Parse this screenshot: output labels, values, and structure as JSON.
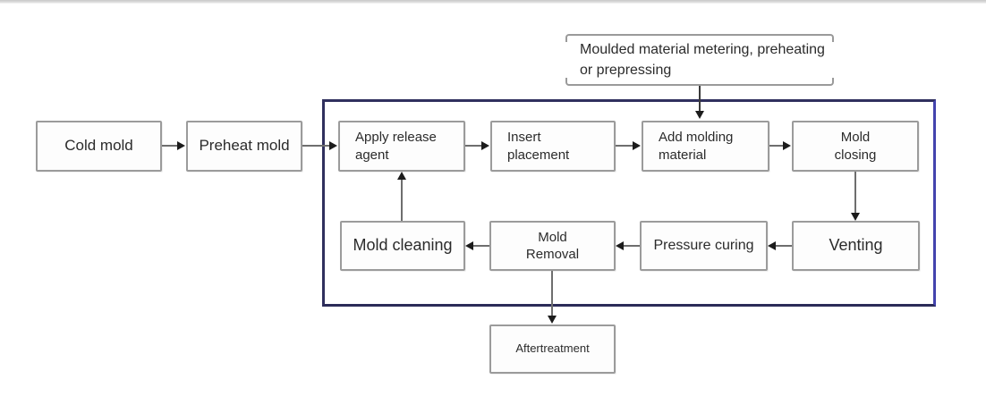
{
  "diagram": {
    "outer_box_border_color": "#30305e",
    "node_border_color": "#9b9b9b",
    "arrow_color": "#6e6e6e",
    "arrowhead_color": "#1c1c1c",
    "nodes": {
      "cold_mold": {
        "label": "Cold mold"
      },
      "preheat_mold": {
        "label": "Preheat mold"
      },
      "apply_release": {
        "label": "Apply release\nagent"
      },
      "insert_placement": {
        "label": "Insert\nplacement"
      },
      "add_molding": {
        "label": "Add molding\nmaterial"
      },
      "mold_closing": {
        "label": "Mold\nclosing"
      },
      "venting": {
        "label": "Venting"
      },
      "pressure_curing": {
        "label": "Pressure curing"
      },
      "mold_removal": {
        "label": "Mold\nRemoval"
      },
      "mold_cleaning": {
        "label": "Mold cleaning"
      },
      "aftertreatment": {
        "label": "Aftertreatment"
      },
      "metering_note": {
        "label": "Moulded material metering, preheating\nor prepressing"
      }
    },
    "edges": [
      {
        "from": "Cold mold",
        "to": "Preheat mold"
      },
      {
        "from": "Preheat mold",
        "to": "Apply release agent"
      },
      {
        "from": "Apply release agent",
        "to": "Insert placement"
      },
      {
        "from": "Insert placement",
        "to": "Add molding material"
      },
      {
        "from": "Add molding material",
        "to": "Mold closing"
      },
      {
        "from": "Moulded material metering, preheating or prepressing",
        "to": "Add molding material"
      },
      {
        "from": "Mold closing",
        "to": "Venting"
      },
      {
        "from": "Venting",
        "to": "Pressure curing"
      },
      {
        "from": "Pressure curing",
        "to": "Mold Removal"
      },
      {
        "from": "Mold Removal",
        "to": "Mold cleaning"
      },
      {
        "from": "Mold cleaning",
        "to": "Apply release agent"
      },
      {
        "from": "Mold Removal",
        "to": "Aftertreatment"
      }
    ]
  }
}
